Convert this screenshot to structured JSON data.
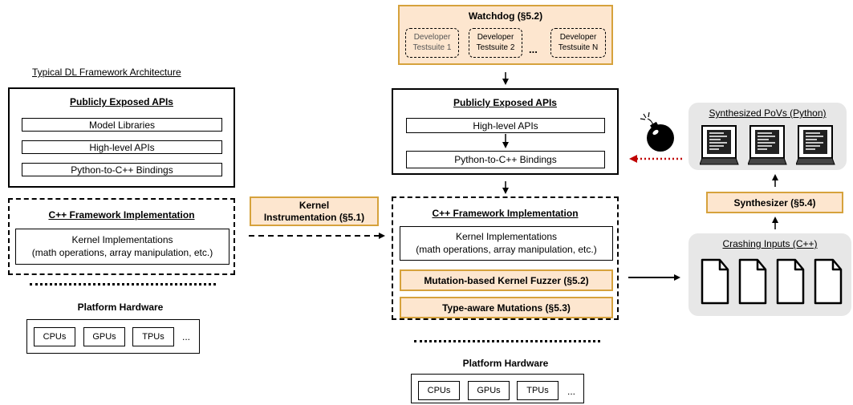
{
  "left": {
    "title": "Typical DL Framework Architecture",
    "apis_title": "Publicly Exposed APIs",
    "api_items": [
      "Model Libraries",
      "High-level APIs",
      "Python-to-C++ Bindings"
    ],
    "cpp_title": "C++ Framework Implementation",
    "kernel_line1": "Kernel Implementations",
    "kernel_line2": "(math operations, array manipulation, etc.)",
    "hw_title": "Platform Hardware",
    "hw_items": [
      "CPUs",
      "GPUs",
      "TPUs",
      "..."
    ]
  },
  "kernel_instr": {
    "line1": "Kernel",
    "line2": "Instrumentation (§5.1)"
  },
  "watchdog": {
    "title": "Watchdog (§5.2)",
    "suites": [
      {
        "line1": "Developer",
        "line2": "Testsuite 1"
      },
      {
        "line1": "Developer",
        "line2": "Testsuite 2"
      },
      {
        "line1": "Developer",
        "line2": "Testsuite N"
      }
    ],
    "ellipsis": "..."
  },
  "center": {
    "apis_title": "Publicly Exposed APIs",
    "api_items": [
      "High-level APIs",
      "Python-to-C++ Bindings"
    ],
    "cpp_title": "C++ Framework Implementation",
    "kernel_line1": "Kernel Implementations",
    "kernel_line2": "(math operations, array manipulation, etc.)",
    "fuzzer": "Mutation-based Kernel Fuzzer (§5.2)",
    "mutations": "Type-aware Mutations (§5.3)",
    "hw_title": "Platform Hardware",
    "hw_items": [
      "CPUs",
      "GPUs",
      "TPUs",
      "..."
    ]
  },
  "right": {
    "povs_title": "Synthesized PoVs (Python)",
    "synthesizer": "Synthesizer (§5.4)",
    "crashing_title": "Crashing Inputs (C++)"
  },
  "colors": {
    "accent_fill": "#fde6cf",
    "accent_border": "#d6a23c",
    "panel_gray": "#e7e7e7",
    "bomb_arrow": "#c00000"
  }
}
